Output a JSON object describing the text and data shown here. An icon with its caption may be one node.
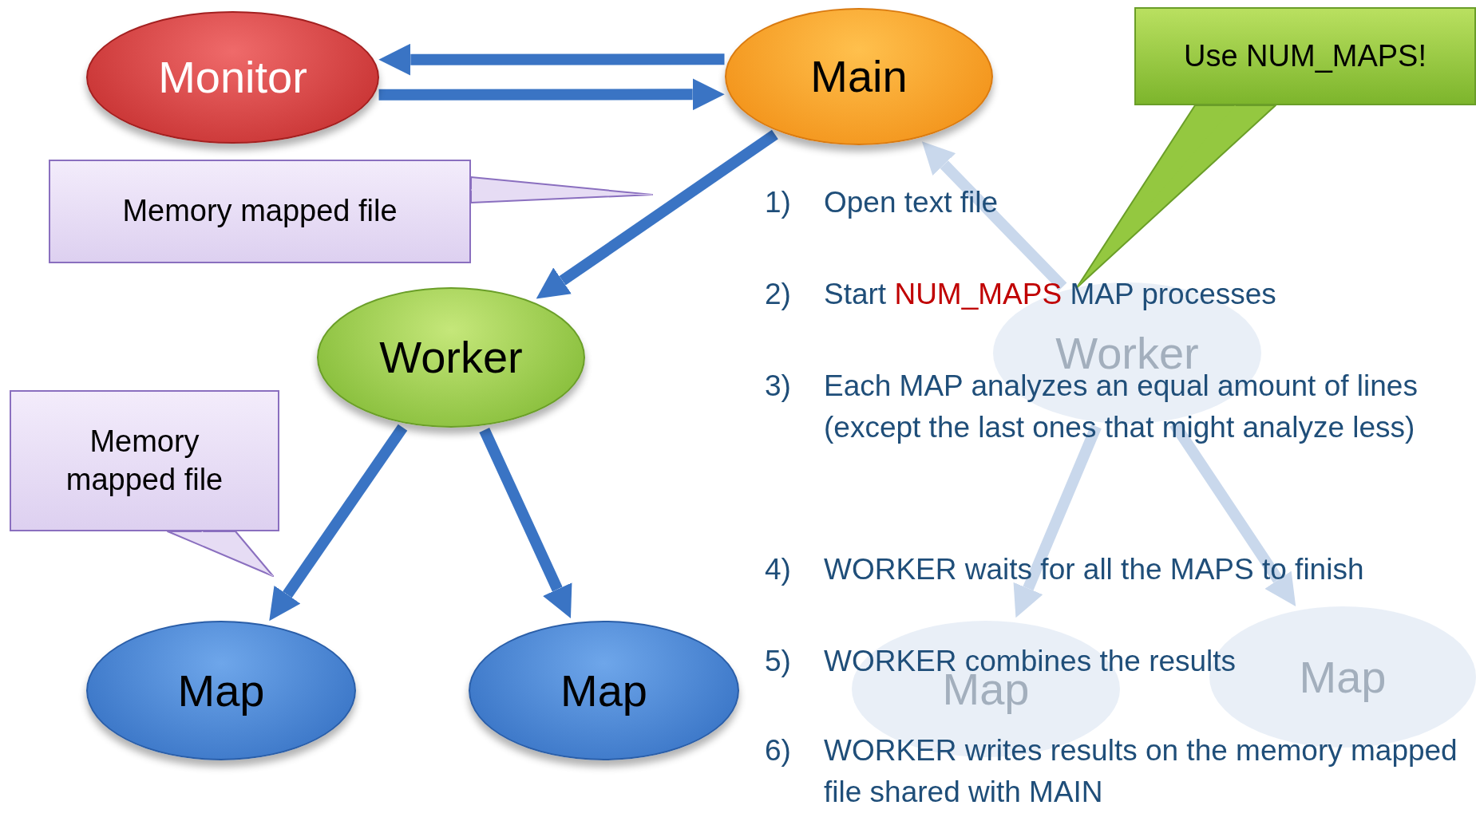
{
  "diagram": {
    "nodes": [
      {
        "text": [
          "Monitor"
        ]
      },
      {
        "text": [
          "Main"
        ]
      },
      {
        "text": [
          "Use NUM_MAPS!"
        ]
      },
      {
        "text": [
          "Memory mapped file"
        ]
      },
      {
        "text": [
          "Worker"
        ]
      },
      {
        "text": [
          "Worker"
        ]
      },
      {
        "text": [
          "Memory mapped file"
        ]
      },
      {
        "text": [
          "Map"
        ]
      },
      {
        "text": [
          "Map"
        ]
      },
      {
        "text": [
          "Map"
        ]
      },
      {
        "text": [
          "Map"
        ]
      }
    ],
    "edges": [
      {
        "from": 0,
        "to": 1,
        "arrow": "to"
      },
      {
        "from": 1,
        "to": 0,
        "arrow": "to"
      },
      {
        "from": 1,
        "to": 4,
        "arrow": "to"
      },
      {
        "from": 4,
        "to": 7,
        "arrow": "to"
      },
      {
        "from": 4,
        "to": 8,
        "arrow": "to"
      },
      {
        "from": 5,
        "to": 1,
        "arrow": "to",
        "color": "#c9d8ec"
      },
      {
        "from": 5,
        "to": 9,
        "arrow": "to",
        "color": "#c9d8ec"
      },
      {
        "from": 5,
        "to": 10,
        "arrow": "to",
        "color": "#c9d8ec"
      },
      {
        "from": 3,
        "to": null,
        "arrow": "none",
        "color": "#e6dcf4"
      },
      {
        "from": 6,
        "to": null,
        "arrow": "none",
        "color": "#e6dcf4"
      },
      {
        "from": 2,
        "to": 5,
        "arrow": "none",
        "color": "#94c840"
      }
    ],
    "labels": [
      "1)",
      "Open text file",
      "2)",
      "Start **NUM_MAPS** MAP processes",
      "3)",
      "Each MAP analyzes an equal amount of lines (except the last ones that might analyze less)",
      "4)",
      "WORKER waits for all the MAPS to finish",
      "5)",
      "WORKER combines the results",
      "6)",
      "WORKER writes results on the memory mapped file shared with MAIN"
    ]
  }
}
